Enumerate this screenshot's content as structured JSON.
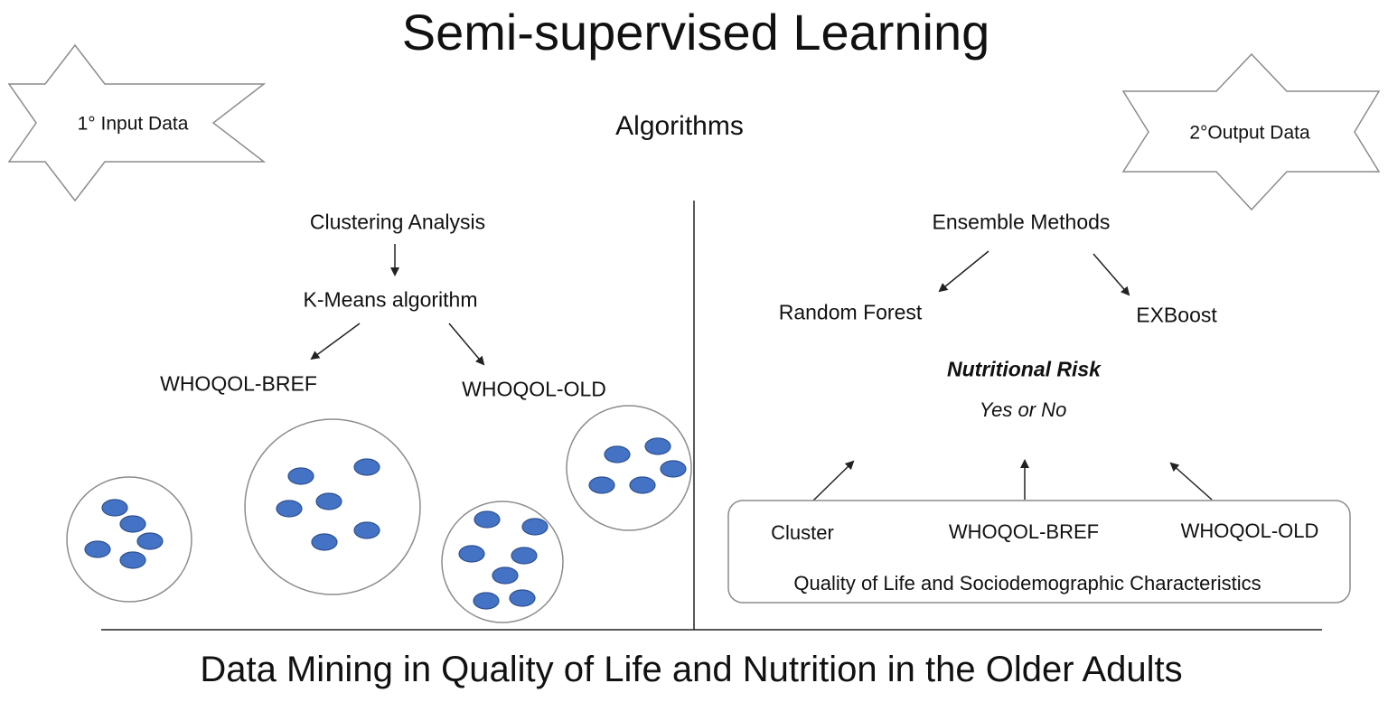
{
  "title": "Semi-supervised Learning",
  "footer": "Data Mining in Quality of Life and Nutrition in the Older Adults",
  "center_heading": "Algorithms",
  "stars": {
    "input": "1°  Input Data",
    "output": "2°Output Data"
  },
  "left": {
    "clustering": "Clustering Analysis",
    "kmeans": "K-Means algorithm",
    "bref": "WHOQOL-BREF",
    "old": "WHOQOL-OLD"
  },
  "right": {
    "ensemble": "Ensemble Methods",
    "random_forest": "Random Forest",
    "exboost": "EXBoost",
    "risk": "Nutritional Risk",
    "yes_no": "Yes or No",
    "box": {
      "cluster": "Cluster",
      "bref": "WHOQOL-BREF",
      "old": "WHOQOL-OLD",
      "caption": "Quality of Life and Sociodemographic Characteristics"
    }
  },
  "colors": {
    "dot_fill": "#4472c4",
    "dot_stroke": "#2f528f",
    "line": "#222222",
    "outline": "#8c8c8c"
  }
}
